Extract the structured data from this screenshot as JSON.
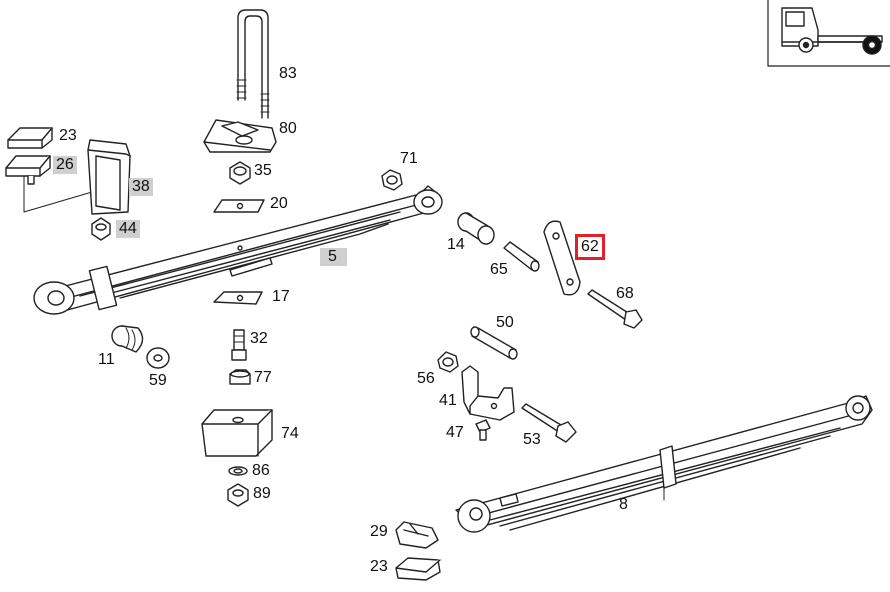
{
  "diagram": {
    "selected_part": "62",
    "highlight_color": "#cfcfcf",
    "selection_color": "#e2202a",
    "vehicle_icon": "truck-rear-axle-icon",
    "labels": {
      "p83": "83",
      "p80": "80",
      "p35": "35",
      "p20": "20",
      "p17": "17",
      "p32": "32",
      "p77": "77",
      "p74": "74",
      "p86": "86",
      "p89": "89",
      "p23a": "23",
      "p26": "26",
      "p38": "38",
      "p44": "44",
      "p71": "71",
      "p14": "14",
      "p65": "65",
      "p62": "62",
      "p68": "68",
      "p5": "5",
      "p11": "11",
      "p59": "59",
      "p50": "50",
      "p56": "56",
      "p41": "41",
      "p47": "47",
      "p53": "53",
      "p8": "8",
      "p29": "29",
      "p23b": "23"
    }
  }
}
